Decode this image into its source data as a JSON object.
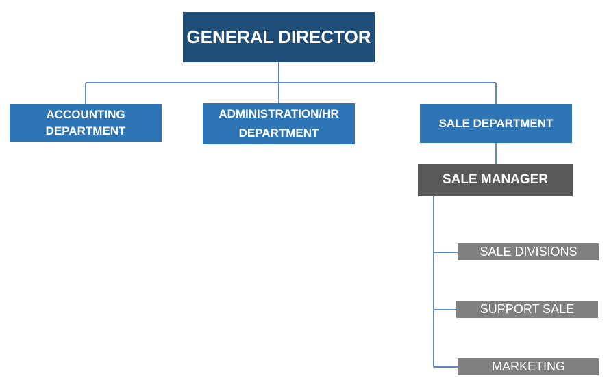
{
  "chart": {
    "top": {
      "label": "GENERAL DIRECTOR"
    },
    "departments": [
      {
        "label_line1": "ACCOUNTING",
        "label_line2": "DEPARTMENT"
      },
      {
        "label_line1": "ADMINISTRATION/HR",
        "label_line2": "DEPARTMENT"
      },
      {
        "label": "SALE DEPARTMENT"
      }
    ],
    "manager": {
      "label": "SALE MANAGER"
    },
    "subunits": [
      {
        "label": "SALE DIVISIONS"
      },
      {
        "label": "SUPPORT SALE"
      },
      {
        "label": "MARKETING"
      }
    ]
  },
  "colors": {
    "director": "#1f4e79",
    "department": "#2e75b6",
    "manager": "#595959",
    "subunit": "#808080",
    "connector": "#5b8bc4"
  }
}
